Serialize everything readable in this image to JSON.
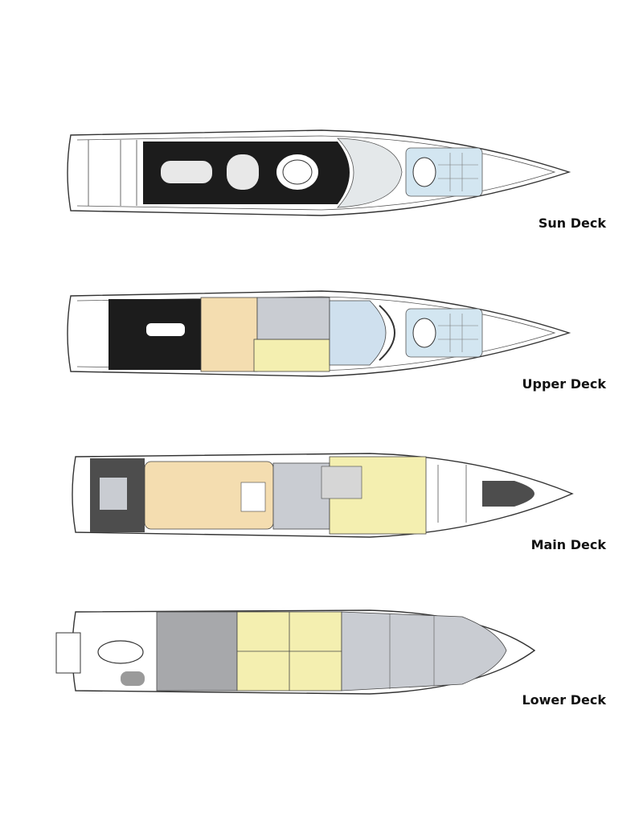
{
  "colors": {
    "outline": "#333333",
    "hull_fill": "#ffffff",
    "dark_zone": "#1c1c1c",
    "guest_zone": "#f4ddb0",
    "owner_zone": "#f4efb0",
    "crew_zone": "#c9ccd2",
    "blue_zone": "#cfe0ee",
    "teak_deck": "#4d4d4d",
    "tender_zone": "#9a9a9a"
  },
  "decks": [
    {
      "id": "sun",
      "label": "Sun Deck"
    },
    {
      "id": "upper",
      "label": "Upper Deck"
    },
    {
      "id": "main",
      "label": "Main Deck"
    },
    {
      "id": "lower",
      "label": "Lower Deck"
    }
  ]
}
